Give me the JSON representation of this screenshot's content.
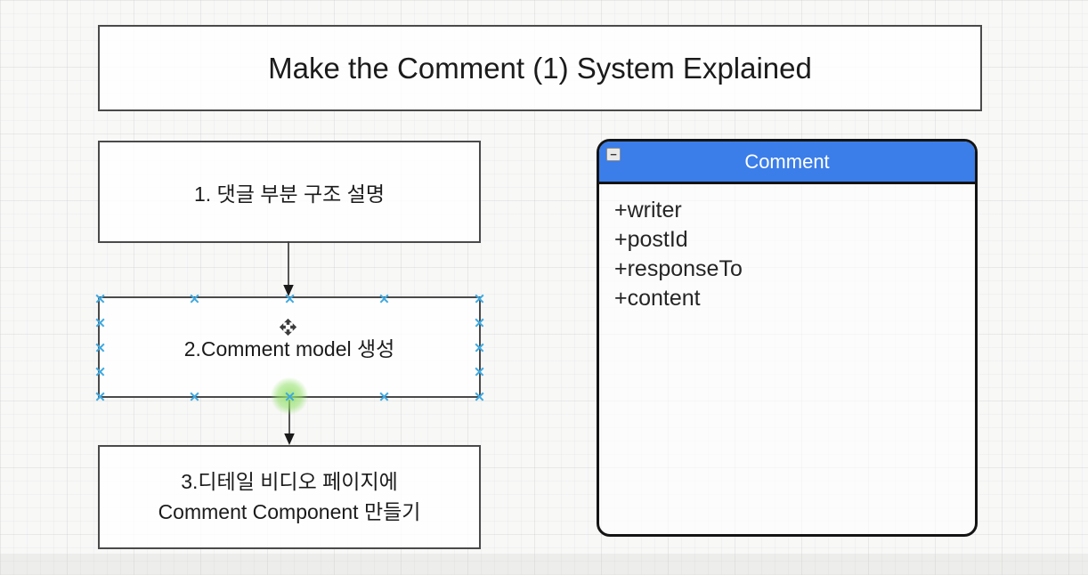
{
  "title_box": {
    "text": "Make the Comment (1) System Explained"
  },
  "flow_steps": [
    {
      "label": "1. 댓글 부분 구조 설명"
    },
    {
      "label": "2.Comment model 생성"
    },
    {
      "label": "3.디테일 비디오 페이지에\nComment Component 만들기"
    }
  ],
  "uml_class": {
    "title": "Comment",
    "collapse_label": "−",
    "fields": [
      "+writer",
      "+postId",
      "+responseTo",
      "+content"
    ]
  },
  "icons": {
    "move_cursor": "move-4-way-arrows",
    "connection_point": "blue-x-cross",
    "connection_highlight": "green-glow-dot"
  },
  "colors": {
    "uml_header": "#3b7de9",
    "uml_border": "#141414",
    "shape_border": "#4a4a4a",
    "connection_point": "#3fa9e0",
    "connection_highlight": "#92e068",
    "arrow": "#1a1a1a",
    "canvas_background": "#f8f8f7"
  }
}
